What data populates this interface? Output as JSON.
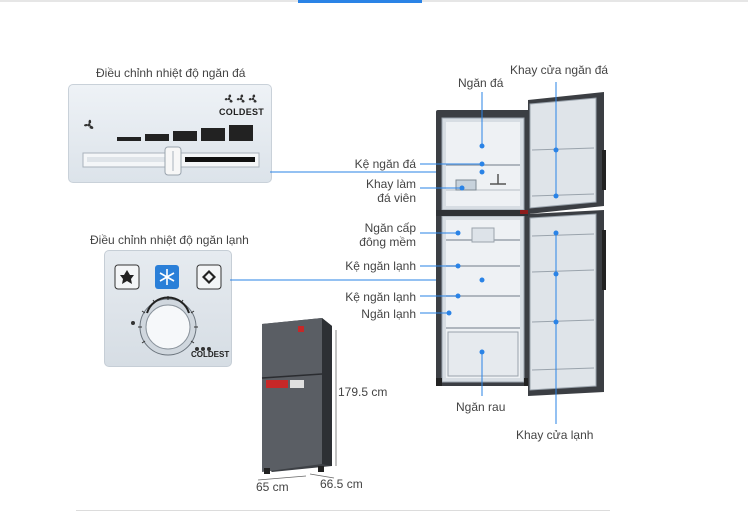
{
  "freezer_control": {
    "title": "Điều chỉnh nhiệt độ ngăn đá",
    "coldest_label": "COLDEST"
  },
  "fridge_control": {
    "title": "Điều chỉnh nhiệt độ ngăn lạnh",
    "coldest_label": "COLDEST"
  },
  "labels": {
    "ngan_da": "Ngăn đá",
    "khay_cua_ngan_da": "Khay cửa ngăn đá",
    "ke_ngan_da": "Kệ ngăn đá",
    "khay_lam_da_vien": "Khay làm\nđá viên",
    "ngan_cap_dong_mem": "Ngăn cấp\nđông mềm",
    "ke_ngan_lanh_1": "Kệ ngăn lạnh",
    "ke_ngan_lanh_2": "Kệ ngăn lạnh",
    "ngan_lanh": "Ngăn lạnh",
    "ngan_rau": "Ngăn rau",
    "khay_cua_lanh": "Khay cửa lạnh"
  },
  "dimensions": {
    "height": "179.5 cm",
    "width": "65 cm",
    "depth": "66.5  cm"
  },
  "colors": {
    "accent_blue": "#2a83e6",
    "fridge_body": "#4a4d52",
    "panel_bg": "#e3e8ee"
  }
}
